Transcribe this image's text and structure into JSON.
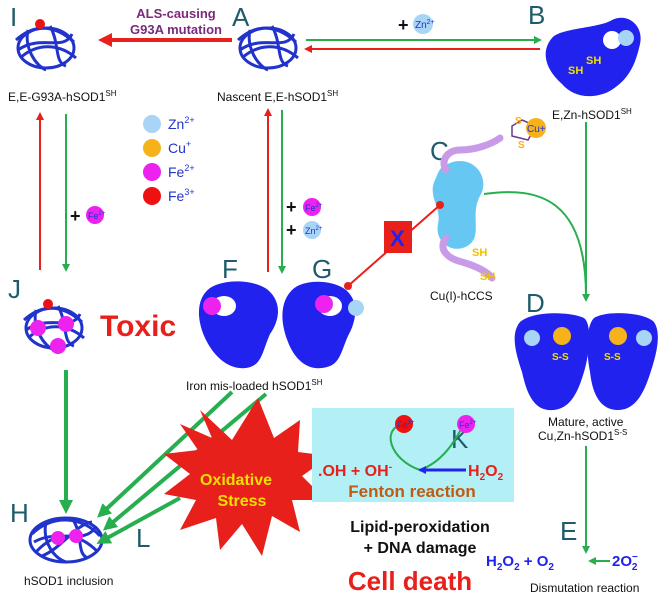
{
  "letters": {
    "I": "I",
    "A": "A",
    "B": "B",
    "C": "C",
    "D": "D",
    "E": "E",
    "F": "F",
    "G": "G",
    "H": "H",
    "J": "J",
    "K": "K",
    "L": "L"
  },
  "captions": {
    "i": [
      "E,E-G93A-hSOD1",
      "SH"
    ],
    "a": [
      "Nascent E,E-hSOD1",
      "SH"
    ],
    "b": [
      "E,Zn-hSOD1",
      "SH"
    ],
    "c": "Cu(I)-hCCS",
    "d1": "Mature, active",
    "d2": [
      "Cu,Zn-hSOD1",
      "S-S"
    ],
    "fg": [
      "Iron mis-loaded hSOD1",
      "SH"
    ],
    "h": "hSOD1 inclusion",
    "e": "Dismutation reaction"
  },
  "mutation": [
    "ALS-causing",
    "G93A mutation"
  ],
  "ions": {
    "plus": "+",
    "zn": [
      "Zn",
      "2+"
    ],
    "fe": [
      "Fe",
      "2+"
    ]
  },
  "legend": [
    {
      "base": "Zn",
      "sup": "2+",
      "color": "#a8d4f5"
    },
    {
      "base": "Cu",
      "sup": "+",
      "color": "#f5b21a"
    },
    {
      "base": "Fe",
      "sup": "2+",
      "color": "#ee22ee"
    },
    {
      "base": "Fe",
      "sup": "3+",
      "color": "#ee1111"
    }
  ],
  "toxic": "Toxic",
  "blocked": "X",
  "stress": [
    "Oxidative",
    "Stress"
  ],
  "fenton": {
    "left": ".OH + OH",
    "minus": "-",
    "h2o2": [
      "H",
      "2",
      "O",
      "2"
    ],
    "label": "Fenton reaction",
    "fe2": [
      "Fe",
      "2+"
    ],
    "fe3": [
      "Fe",
      "3+"
    ]
  },
  "damage": [
    "Lipid-peroxidation",
    "+ DNA damage"
  ],
  "death": "Cell death",
  "dismutation": {
    "left": [
      "H",
      "2",
      "O",
      "2",
      " + O",
      "2"
    ],
    "right": [
      "2O",
      "−",
      "2"
    ]
  },
  "sh_labels": [
    "SH",
    "SH"
  ],
  "ss_label": "S-S",
  "cu_label": "Cu+",
  "s_label": "S",
  "colors": {
    "protein": "#2222ee",
    "green": "#27ae4f",
    "red": "#e8201c",
    "toxic": "#e8201c",
    "stress": "#f0e000",
    "fenton_bg": "#b3f0f5",
    "fenton_text": "#c25a10",
    "sh": "#f0e000",
    "mutation": "#7a2a7a"
  }
}
